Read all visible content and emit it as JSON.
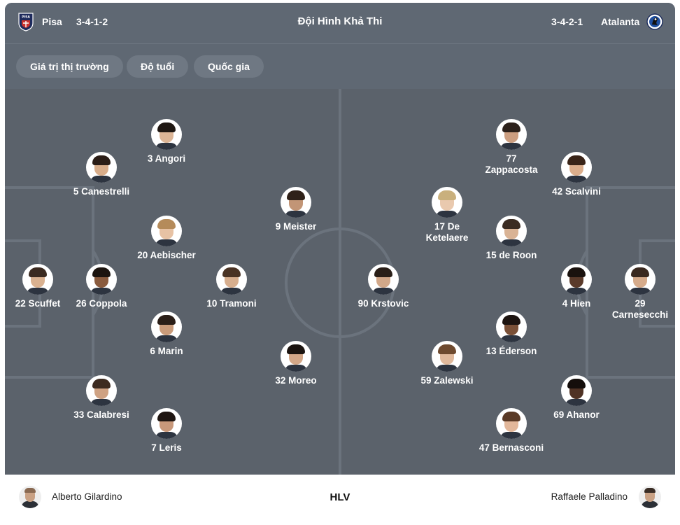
{
  "header": {
    "home_team": "Pisa",
    "home_formation": "3-4-1-2",
    "title": "Đội Hình Khả Thi",
    "away_formation": "3-4-2-1",
    "away_team": "Atalanta",
    "home_logo_icon": "pisa-crest-icon",
    "away_logo_icon": "atalanta-crest-icon"
  },
  "filters": [
    "Giá trị thị trường",
    "Độ tuổi",
    "Quốc gia"
  ],
  "home_players": [
    {
      "label": "22 Scuffet",
      "hair": "#3b2a20",
      "skin": "#d9b190"
    },
    {
      "label": "26 Coppola",
      "hair": "#1c140f",
      "skin": "#8a5b3e"
    },
    {
      "label": "5 Canestrelli",
      "hair": "#2b1d16",
      "skin": "#d8ad8a"
    },
    {
      "label": "33 Calabresi",
      "hair": "#3d2b20",
      "skin": "#cfa283"
    },
    {
      "label": "3 Angori",
      "hair": "#1f1712",
      "skin": "#dcb596"
    },
    {
      "label": "20 Aebischer",
      "hair": "#b58b5a",
      "skin": "#e7c2a4"
    },
    {
      "label": "6 Marin",
      "hair": "#2a1e17",
      "skin": "#c99b7a"
    },
    {
      "label": "7 Leris",
      "hair": "#1e1511",
      "skin": "#c8987a"
    },
    {
      "label": "10 Tramoni",
      "hair": "#4a3324",
      "skin": "#d7ae8e"
    },
    {
      "label": "9 Meister",
      "hair": "#2f2119",
      "skin": "#c29576"
    },
    {
      "label": "32 Moreo",
      "hair": "#1b1410",
      "skin": "#d3a788"
    }
  ],
  "away_players": [
    {
      "label": "29 Carnesecchi",
      "hair": "#3a291f",
      "skin": "#d6ab8b"
    },
    {
      "label": "42 Scalvini",
      "hair": "#3a2418",
      "skin": "#dcae8c"
    },
    {
      "label": "4 Hien",
      "hair": "#1a120e",
      "skin": "#5a3a2a"
    },
    {
      "label": "69 Ahanor",
      "hair": "#140e0b",
      "skin": "#4f3224"
    },
    {
      "label": "77 Zappacosta",
      "hair": "#2c211b",
      "skin": "#cc9e80"
    },
    {
      "label": "15 de Roon",
      "hair": "#3b2c22",
      "skin": "#d9b395"
    },
    {
      "label": "13 Éderson",
      "hair": "#1d1410",
      "skin": "#7a5037"
    },
    {
      "label": "47 Bernasconi",
      "hair": "#5a3a26",
      "skin": "#e2b79a"
    },
    {
      "label": "17 De Ketelaere",
      "hair": "#c9b07d",
      "skin": "#e9c9ae"
    },
    {
      "label": "59 Zalewski",
      "hair": "#6e4a2f",
      "skin": "#e0b99c"
    },
    {
      "label": "90 Krstovic",
      "hair": "#2a1f18",
      "skin": "#d2a889"
    }
  ],
  "coaches": {
    "home": "Alberto Gilardino",
    "label": "HLV",
    "away": "Raffaele Palladino"
  },
  "colors": {
    "pitch": "#5b626b",
    "header": "#5f6873",
    "chip": "#6f7883",
    "pitch_lines": "#6b737d"
  }
}
